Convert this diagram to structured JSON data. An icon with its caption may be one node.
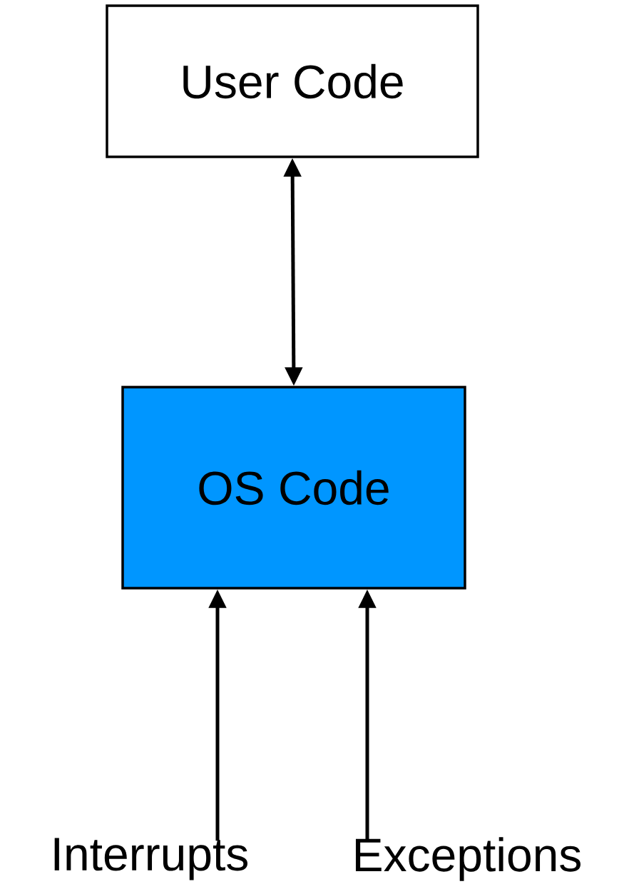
{
  "diagram": {
    "nodes": [
      {
        "text": [
          "User Code"
        ]
      },
      {
        "text": [
          "OS Code"
        ]
      },
      {
        "text": [
          "Interrupts"
        ]
      },
      {
        "text": [
          "Exceptions"
        ]
      }
    ],
    "edges": [
      {
        "from": 0,
        "to": 1,
        "arrow": "both"
      },
      {
        "from": 2,
        "to": 1,
        "arrow": "to"
      },
      {
        "from": 3,
        "to": 1,
        "arrow": "to"
      }
    ]
  }
}
